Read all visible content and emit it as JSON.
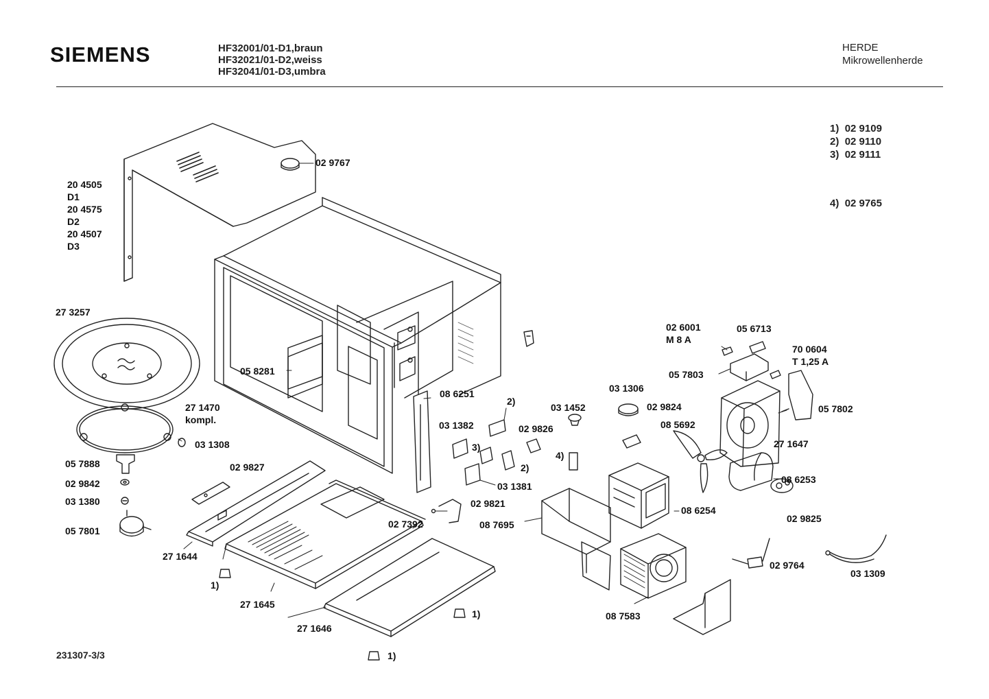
{
  "header": {
    "brand": "SIEMENS",
    "models": [
      "HF32001/01-D1,braun",
      "HF32021/01-D2,weiss",
      "HF32041/01-D3,umbra"
    ],
    "category": "HERDE",
    "subcategory": "Mikrowellenherde"
  },
  "legend": {
    "items": [
      {
        "key": "1)",
        "value": "02 9109"
      },
      {
        "key": "2)",
        "value": "02 9110"
      },
      {
        "key": "3)",
        "value": "02 9111"
      },
      {
        "key": "4)",
        "value": "02 9765"
      }
    ]
  },
  "footer": {
    "drawing_number": "231307-3/3"
  },
  "parts": {
    "cover_codes": [
      "20 4505",
      "D1",
      "20 4575",
      "D2",
      "20 4507",
      "D3"
    ],
    "p_029767": "02 9767",
    "p_273257": "27 3257",
    "p_058281": "05 8281",
    "p_271470": "27 1470",
    "p_271470b": "kompl.",
    "p_031308": "03 1308",
    "p_057888": "05 7888",
    "p_029842": "02 9842",
    "p_031380": "03 1380",
    "p_057801": "05 7801",
    "p_029827": "02 9827",
    "p_271644": "27 1644",
    "p_1a": "1)",
    "p_271645": "27 1645",
    "p_271646": "27 1646",
    "p_1b": "1)",
    "p_1c": "1)",
    "p_086251": "08 6251",
    "p_2a": "2)",
    "p_031382": "03 1382",
    "p_3a": "3)",
    "p_2b": "2)",
    "p_031381": "03 1381",
    "p_029826": "02 9826",
    "p_029821": "02 9821",
    "p_027392": "02 7392",
    "p_087695": "08 7695",
    "p_031452": "03 1452",
    "p_4a": "4)",
    "p_031306": "03 1306",
    "p_029824": "02 9824",
    "p_085692": "08 5692",
    "p_086254": "08 6254",
    "p_087583": "08 7583",
    "p_026001": "02 6001",
    "p_m8a": "M 8 A",
    "p_056713": "05 6713",
    "p_700604": "70 0604",
    "p_t125a": "T 1,25 A",
    "p_057803": "05 7803",
    "p_057802": "05 7802",
    "p_271647": "27 1647",
    "p_086253": "08 6253",
    "p_029825": "02 9825",
    "p_029764": "02 9764",
    "p_031309": "03 1309"
  }
}
